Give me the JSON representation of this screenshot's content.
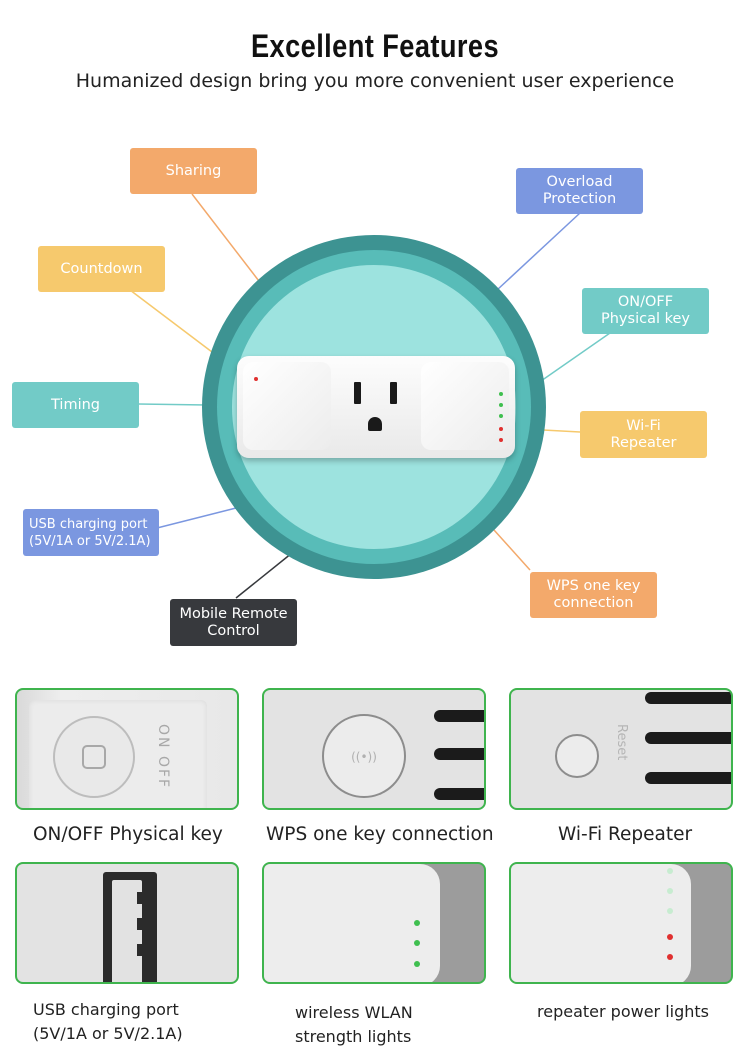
{
  "header": {
    "title": "Excellent Features",
    "subtitle": "Humanized design bring you more convenient user experience"
  },
  "features": {
    "sharing": "Sharing",
    "countdown": "Countdown",
    "timing": "Timing",
    "usb": [
      "USB charging port",
      "(5V/1A or 5V/2.1A)"
    ],
    "mobile": [
      "Mobile Remote",
      "Control"
    ],
    "overload": [
      "Overload",
      "Protection"
    ],
    "onoff": [
      "ON/OFF",
      "Physical key"
    ],
    "wifi": [
      "Wi-Fi",
      "Repeater"
    ],
    "wps": [
      "WPS one key",
      "connection"
    ]
  },
  "photos": {
    "onoff_caption": "ON/OFF Physical key",
    "onoff_label": "ON OFF",
    "wps_caption": "WPS one key connection",
    "wifi_caption": "Wi-Fi Repeater",
    "wifi_label": "Reset",
    "usb_caption": [
      "USB charging port",
      "(5V/1A or 5V/2.1A)"
    ],
    "wlan_caption": [
      "wireless WLAN",
      "strength lights"
    ],
    "power_caption": "repeater power lights"
  },
  "colors": {
    "orange": "#f3a96b",
    "yellow": "#f6c96d",
    "teal": "#72cbc7",
    "blue": "#7b97e0",
    "dark": "#37393d",
    "ring_outer": "#3d9392",
    "ring_inner": "#58bcb8",
    "circle_fill": "#9de3df",
    "photo_border": "#3fb44e",
    "led_green": "#3fbf4f",
    "led_red": "#e0302f"
  }
}
